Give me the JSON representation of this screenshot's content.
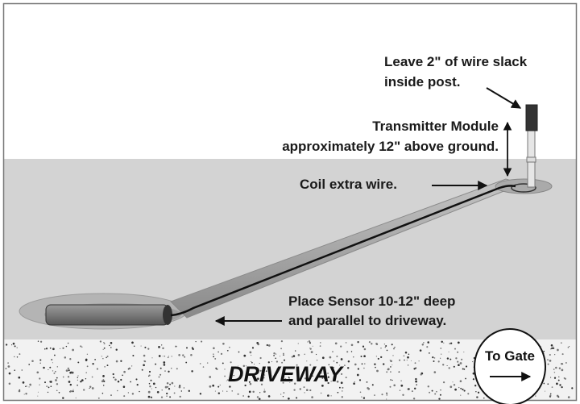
{
  "labels": {
    "wire_slack_line1": "Leave 2\" of wire slack",
    "wire_slack_line2": "inside post.",
    "transmitter_line1": "Transmitter Module",
    "transmitter_line2": "approximately 12\" above ground.",
    "coil": "Coil extra wire.",
    "sensor_line1": "Place Sensor 10-12\" deep",
    "sensor_line2": "and parallel to driveway.",
    "driveway": "DRIVEWAY",
    "to_gate": "To Gate"
  },
  "colors": {
    "sky": "#ffffff",
    "ground": "#d3d3d3",
    "driveway": "#f2f2f2",
    "ink": "#111111"
  }
}
